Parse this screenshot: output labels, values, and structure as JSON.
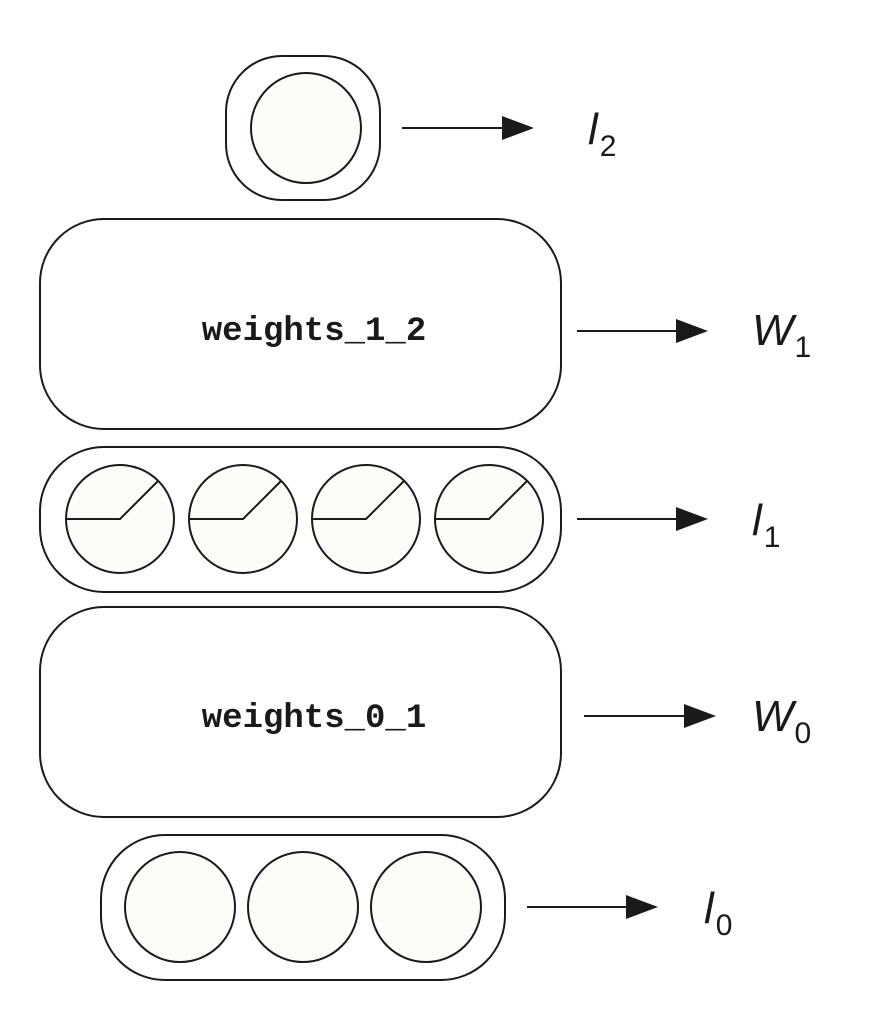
{
  "diagram": {
    "layers": [
      {
        "kind": "neurons",
        "count": 1,
        "activation_glyph": false,
        "symbol": "l",
        "subscript": "2"
      },
      {
        "kind": "weights",
        "label": "weights_1_2",
        "symbol": "W",
        "subscript": "1"
      },
      {
        "kind": "neurons",
        "count": 4,
        "activation_glyph": true,
        "symbol": "l",
        "subscript": "1"
      },
      {
        "kind": "weights",
        "label": "weights_0_1",
        "symbol": "W",
        "subscript": "0"
      },
      {
        "kind": "neurons",
        "count": 3,
        "activation_glyph": false,
        "symbol": "l",
        "subscript": "0"
      }
    ]
  }
}
